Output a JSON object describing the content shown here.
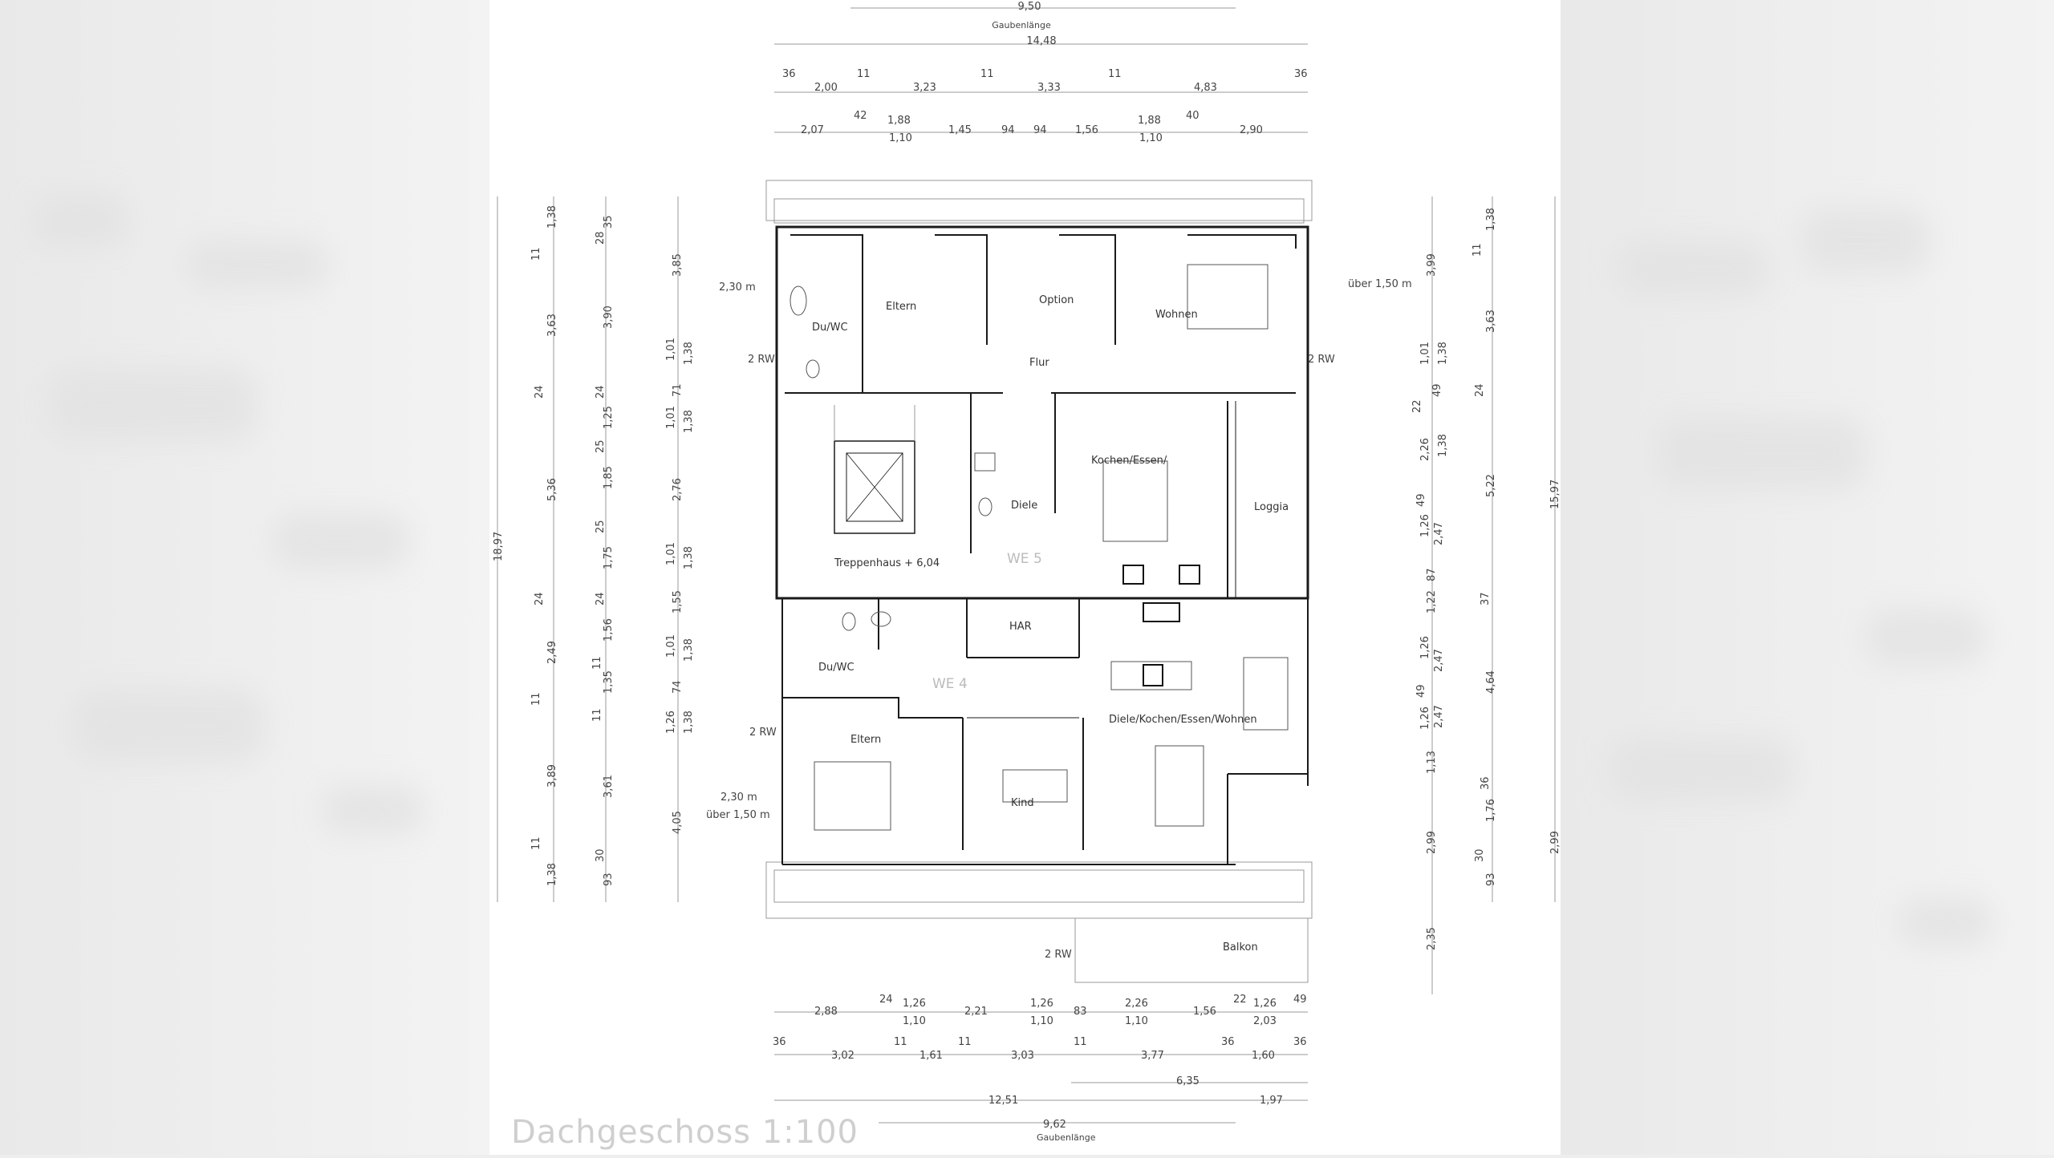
{
  "drawing": {
    "title": "Dachgeschoss  1:100",
    "units": {
      "we5": "WE 5",
      "we4": "WE 4"
    }
  },
  "rooms": {
    "du_wc_top": "Du/WC",
    "eltern_top": "Eltern",
    "option": "Option",
    "wohnen_top": "Wohnen",
    "flur": "Flur",
    "kochen_essen": "Kochen/Essen/",
    "diele": "Diele",
    "loggia": "Loggia",
    "treppenhaus": "Treppenhaus  + 6,04",
    "har": "HAR",
    "du_wc_bottom": "Du/WC",
    "diele_kochen": "Diele/Kochen/Essen/Wohnen",
    "eltern_bottom": "Eltern",
    "kind": "Kind",
    "balkon": "Balkon"
  },
  "notes": {
    "h230_top": "2,30 m",
    "ueber150_top": "über 1,50 m",
    "h230_bottom": "2,30 m",
    "ueber150_bottom": "über 1,50 m",
    "rw1": "2  RW",
    "rw2": "2  RW",
    "rw3": "2  RW",
    "rw4": "2  RW"
  },
  "dims_top": {
    "d950": "9,50",
    "gaubenlaenge": "Gaubenlänge",
    "d1448": "14,48",
    "row1": [
      "36",
      "2,00",
      "11",
      "3,23",
      "11",
      "3,33",
      "11",
      "4,83",
      "36"
    ],
    "row2": [
      "2,07",
      "42",
      "1,88",
      "1,45",
      "94",
      "94",
      "1,56",
      "1,88",
      "40",
      "2,90"
    ],
    "row2b": [
      "1,10",
      "1,10"
    ]
  },
  "dims_bottom": {
    "row1": [
      "2,88",
      "24",
      "1,26",
      "2,21",
      "1,26",
      "83",
      "2,26",
      "1,56",
      "22",
      "1,26",
      "49"
    ],
    "row1b": [
      "1,10",
      "1,10",
      "1,10",
      "2,03"
    ],
    "row2": [
      "36",
      "3,02",
      "11",
      "1,61",
      "11",
      "3,03",
      "11",
      "3,77",
      "36",
      "1,60",
      "36"
    ],
    "d635": "6,35",
    "d1251": "12,51",
    "d197": "1,97",
    "d962": "9,62",
    "gaubenlaenge": "Gaubenlänge"
  },
  "dims_left": {
    "col1": [
      "11",
      "3,63",
      "24",
      "5,36",
      "24",
      "2,49",
      "11",
      "3,89",
      "11"
    ],
    "col1b": [
      "1,38",
      "1,38"
    ],
    "total": "18,97",
    "col2": [
      "28",
      "3,90",
      "24",
      "1,25",
      "25",
      "1,85",
      "25",
      "1,75",
      "24",
      "1,56",
      "1,35",
      "3,61",
      "30"
    ],
    "col2b": [
      "35",
      "11",
      "11",
      "93"
    ],
    "col3": [
      "3,85",
      "1,01",
      "71",
      "1,01",
      "2,76",
      "1,01",
      "1,55",
      "1,01",
      "74",
      "1,26",
      "4,05"
    ],
    "col3b": [
      "1,38",
      "1,38",
      "1,38",
      "1,38",
      "1,38"
    ]
  },
  "dims_right": {
    "col1": [
      "3,99",
      "1,01",
      "22",
      "2,26",
      "49",
      "1,26",
      "87",
      "1,22",
      "1,26",
      "49",
      "1,26",
      "1,13",
      "2,99",
      "2,35"
    ],
    "col1b": [
      "1,38",
      "49",
      "1,38",
      "2,47",
      "2,47",
      "2,47"
    ],
    "col2": [
      "11",
      "3,63",
      "24",
      "5,22",
      "37",
      "4,64",
      "36",
      "1,76",
      "30",
      "93"
    ],
    "col2b": [
      "1,38"
    ],
    "total": "15,97",
    "last": "2,99"
  },
  "colors": {
    "wall": "#1a1a1a",
    "line": "#888888",
    "thin": "#bbbbbb"
  }
}
